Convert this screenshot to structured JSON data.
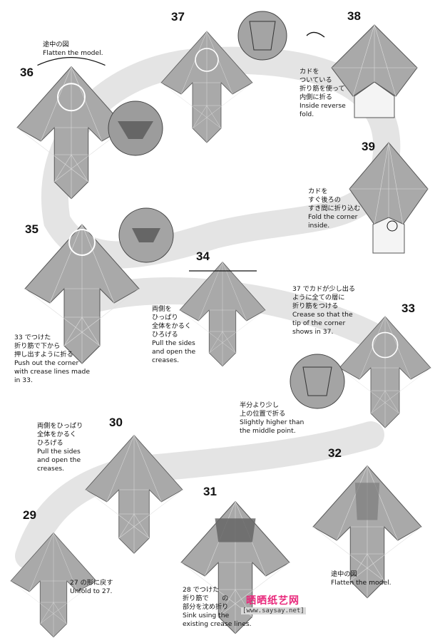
{
  "steps": {
    "s36": "36",
    "s37": "37",
    "s38": "38",
    "s39": "39",
    "s35": "35",
    "s34": "34",
    "s33": "33",
    "s30": "30",
    "s32": "32",
    "s31": "31",
    "s29": "29"
  },
  "notes": {
    "n36": [
      "途中の図",
      "Flatten the model."
    ],
    "n38": [
      "カドを",
      "ついている",
      "折り筋を使って",
      "内側に折る",
      "Inside reverse",
      "fold."
    ],
    "n39": [
      "カドを",
      "すぐ後ろの",
      "すき間に折り込む",
      "Fold the corner",
      "inside."
    ],
    "n35": [
      "33 でつけた",
      "折り筋で下から",
      "押し出すように折る",
      "Push out the corner",
      "with crease lines made",
      "in 33."
    ],
    "n34": [
      "両側を",
      "ひっぱり",
      "全体をかるく",
      "ひろげる",
      "Pull the sides",
      "and open the",
      "creases."
    ],
    "n33a": [
      "37 でカドが少し出る",
      "ように全ての層に",
      "折り筋をつける",
      "Crease so that the",
      "tip of the corner",
      "shows in 37."
    ],
    "n33b": [
      "半分より少し",
      "上の位置で折る",
      "Slightly higher than",
      "the middle point."
    ],
    "n30": [
      "両側をひっぱり",
      "全体をかるく",
      "ひろげる",
      "Pull the sides",
      "and open the",
      "creases."
    ],
    "n32": [
      "途中の図",
      "Flatten the model."
    ],
    "n29": [
      "27 の形に戻す",
      "Unfold to 27."
    ],
    "n31": [
      "28 でつけた",
      "折り筋で　　の",
      "部分を沈め折り",
      "Sink using the",
      "existing crease lines."
    ]
  },
  "watermark": {
    "main": "晒晒纸艺网",
    "sub": "[www.saysay.net]"
  },
  "colors": {
    "paper": "#a9a9a9",
    "paper_dark": "#8a8a8a",
    "path": "#e4e4e4",
    "watermark": "#e8267a"
  }
}
